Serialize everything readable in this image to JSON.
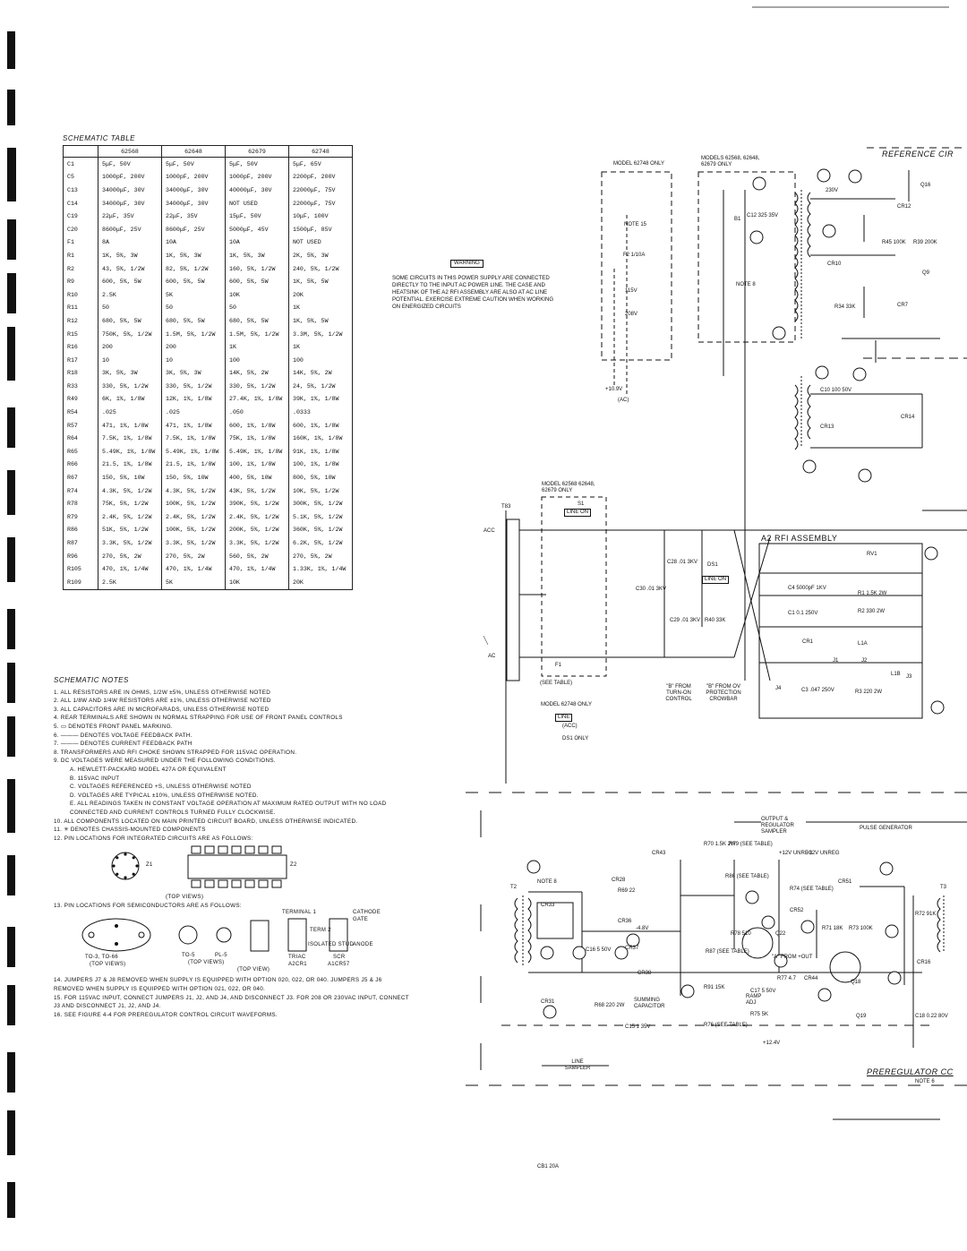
{
  "table": {
    "title": "SCHEMATIC TABLE",
    "columns": [
      "",
      "62568",
      "62648",
      "62679",
      "62748"
    ],
    "rows": [
      [
        "C1",
        "5μF, 50V",
        "5μF, 50V",
        "5μF, 50V",
        "5μF, 65V"
      ],
      [
        "C5",
        "1000pF, 200V",
        "1000pF, 200V",
        "1000pF, 200V",
        "2200pF, 200V"
      ],
      [
        "C13",
        "34000μF, 30V",
        "34000μF, 30V",
        "40000μF, 30V",
        "22000μF, 75V"
      ],
      [
        "C14",
        "34000μF, 30V",
        "34000μF, 30V",
        "NOT USED",
        "22000μF, 75V"
      ],
      [
        "C19",
        "22μF, 35V",
        "22μF, 35V",
        "15μF, 50V",
        "10μF, 100V"
      ],
      [
        "C20",
        "8600μF, 25V",
        "8600μF, 25V",
        "5000μF, 45V",
        "1500μF, 85V"
      ],
      [
        "F1",
        "8A",
        "10A",
        "10A",
        "NOT USED"
      ],
      [
        "R1",
        "1K, 5%, 3W",
        "1K, 5%, 3W",
        "1K, 5%, 3W",
        "2K, 5%, 3W"
      ],
      [
        "R2",
        "43, 5%, 1/2W",
        "82, 5%, 1/2W",
        "160, 5%, 1/2W",
        "240, 5%, 1/2W"
      ],
      [
        "R9",
        "600, 5%, 5W",
        "600, 5%, 5W",
        "600, 5%, 5W",
        "1K, 5%, 5W"
      ],
      [
        "R10",
        "2.5K",
        "5K",
        "10K",
        "20K"
      ],
      [
        "R11",
        "50",
        "50",
        "50",
        "1K"
      ],
      [
        "R12",
        "680, 5%, 5W",
        "680, 5%, 5W",
        "680, 5%, 5W",
        "1K, 5%, 5W"
      ],
      [
        "R15",
        "750K, 5%, 1/2W",
        "1.5M, 5%, 1/2W",
        "1.5M, 5%, 1/2W",
        "3.3M, 5%, 1/2W"
      ],
      [
        "R16",
        "200",
        "200",
        "1K",
        "1K"
      ],
      [
        "R17",
        "10",
        "10",
        "100",
        "100"
      ],
      [
        "R18",
        "3K, 5%, 3W",
        "3K, 5%, 3W",
        "14K, 5%, 2W",
        "14K, 5%, 2W"
      ],
      [
        "R33",
        "330, 5%, 1/2W",
        "330, 5%, 1/2W",
        "330, 5%, 1/2W",
        "24, 5%, 1/2W"
      ],
      [
        "R49",
        "6K, 1%, 1/8W",
        "12K, 1%, 1/8W",
        "27.4K, 1%, 1/8W",
        "39K, 1%, 1/8W"
      ],
      [
        "R54",
        ".025",
        ".025",
        ".050",
        ".0333"
      ],
      [
        "R57",
        "471, 1%, 1/8W",
        "471, 1%, 1/8W",
        "600, 1%, 1/8W",
        "600, 1%, 1/8W"
      ],
      [
        "R64",
        "7.5K, 1%, 1/8W",
        "7.5K, 1%, 1/8W",
        "75K, 1%, 1/8W",
        "160K, 1%, 1/8W"
      ],
      [
        "R65",
        "5.49K, 1%, 1/8W",
        "5.49K, 1%, 1/8W",
        "5.49K, 1%, 1/8W",
        "91K, 1%, 1/8W"
      ],
      [
        "R66",
        "21.5, 1%, 1/8W",
        "21.5, 1%, 1/8W",
        "100, 1%, 1/8W",
        "100, 1%, 1/8W"
      ],
      [
        "R67",
        "150, 5%, 10W",
        "150, 5%, 10W",
        "400, 5%, 10W",
        "800, 5%, 10W"
      ],
      [
        "R74",
        "4.3K, 5%, 1/2W",
        "4.3K, 5%, 1/2W",
        "43K, 5%, 1/2W",
        "10K, 5%, 1/2W"
      ],
      [
        "R78",
        "75K, 5%, 1/2W",
        "100K, 5%, 1/2W",
        "390K, 5%, 1/2W",
        "300K, 5%, 1/2W"
      ],
      [
        "R79",
        "2.4K, 5%, 1/2W",
        "2.4K, 5%, 1/2W",
        "2.4K, 5%, 1/2W",
        "5.1K, 5%, 1/2W"
      ],
      [
        "R86",
        "51K, 5%, 1/2W",
        "100K, 5%, 1/2W",
        "200K, 5%, 1/2W",
        "360K, 5%, 1/2W"
      ],
      [
        "R87",
        "3.3K, 5%, 1/2W",
        "3.3K, 5%, 1/2W",
        "3.3K, 5%, 1/2W",
        "6.2K, 5%, 1/2W"
      ],
      [
        "R96",
        "270, 5%, 2W",
        "270, 5%, 2W",
        "560, 5%, 2W",
        "270, 5%, 2W"
      ],
      [
        "R105",
        "470, 1%, 1/4W",
        "470, 1%, 1/4W",
        "470, 1%, 1/4W",
        "1.33K, 1%, 1/4W"
      ],
      [
        "R109",
        "2.5K",
        "5K",
        "10K",
        "20K"
      ]
    ]
  },
  "notes": {
    "title": "SCHEMATIC NOTES",
    "items": [
      "1.  ALL RESISTORS ARE IN OHMS, 1/2W ±5%, UNLESS OTHERWISE NOTED",
      "2.  ALL 1/8W AND 1/4W RESISTORS ARE ±1%, UNLESS OTHERWISE NOTED",
      "3.  ALL CAPACITORS ARE IN MICROFARADS, UNLESS OTHERWISE NOTED",
      "4.  REAR TERMINALS ARE SHOWN IN NORMAL STRAPPING FOR USE OF FRONT PANEL CONTROLS",
      "5.  ▭ DENOTES FRONT PANEL MARKING.",
      "6.  ——— DENOTES VOLTAGE FEEDBACK PATH.",
      "7.  ——— DENOTES CURRENT FEEDBACK PATH",
      "8.  TRANSFORMERS AND RFI CHOKE SHOWN STRAPPED FOR 115VAC OPERATION.",
      "9.  DC VOLTAGES WERE MEASURED UNDER THE FOLLOWING CONDITIONS."
    ],
    "sub9": [
      "A. HEWLETT-PACKARD MODEL 427A OR EQUIVALENT",
      "B. 115VAC INPUT",
      "C. VOLTAGES REFERENCED +S, UNLESS OTHERWISE NOTED",
      "D. VOLTAGES ARE TYPICAL ±10%, UNLESS OTHERWISE NOTED.",
      "E. ALL READINGS TAKEN IN CONSTANT VOLTAGE OPERATION AT MAXIMUM RATED OUTPUT WITH NO LOAD CONNECTED AND CURRENT CONTROLS TURNED FULLY CLOCKWISE."
    ],
    "items2": [
      "10. ALL COMPONENTS LOCATED ON MAIN PRINTED CIRCUIT BOARD, UNLESS OTHERWISE INDICATED.",
      "11. ✳ DENOTES CHASSIS-MOUNTED COMPONENTS",
      "12. PIN LOCATIONS FOR INTEGRATED CIRCUITS ARE AS FOLLOWS:"
    ],
    "top_views": "(TOP VIEWS)",
    "item13": "13. PIN LOCATIONS FOR SEMICONDUCTORS ARE AS FOLLOWS:",
    "items3": [
      "14. JUMPERS J7 & J8 REMOVED WHEN SUPPLY IS EQUIPPED WITH OPTION 020, 022, OR 040. JUMPERS J5 & J6 REMOVED WHEN SUPPLY IS EQUIPPED WITH OPTION 021, 022, OR 040.",
      "15. FOR 115VAC INPUT, CONNECT JUMPERS J1, J2, AND J4, AND DISCONNECT J3. FOR 208 OR 230VAC INPUT, CONNECT J3 AND DISCONNECT J1, J2, AND J4.",
      "16. SEE FIGURE 4-4 FOR PREREGULATOR CONTROL CIRCUIT WAVEFORMS."
    ],
    "pkg_labels": [
      "TO-3, TO-66",
      "(TOP VIEWS)",
      "TO-5",
      "PL-5",
      "(TOP VIEWS)",
      "(TOP VIEW)",
      "TRIAC",
      "A2CR1",
      "SCR",
      "A1CR57",
      "ANODE",
      "CATHODE",
      "GATE",
      "TERMINAL 1",
      "TERM 2",
      "ISOLATED STUD",
      "Z1",
      "Z2"
    ]
  },
  "schematic": {
    "warning_label": "WARNING",
    "warning_text": "SOME CIRCUITS IN THIS POWER SUPPLY ARE CONNECTED DIRECTLY TO THE INPUT AC POWER LINE. THE CASE AND HEATSINK OF THE A2 RFI ASSEMBLY ARE ALSO AT AC LINE POTENTIAL. EXERCISE EXTREME CAUTION WHEN WORKING ON ENERGIZED CIRCUITS",
    "model_6274": "MODEL 62748 ONLY",
    "models_top": "MODELS 62568, 62648, 62679 ONLY",
    "reference": "REFERENCE CIR",
    "rfi": "A2 RFI ASSEMBLY",
    "model_mid": "MODEL 62568 62648, 62679 ONLY",
    "model_6274b": "MODEL 62748 ONLY",
    "line_on": "LINE ON",
    "line": "LINE",
    "see_table": "(SEE TABLE)",
    "from_turnon": "\"B\" FROM TURN-ON CONTROL",
    "from_ov": "\"B\" FROM OV PROTECTION CROWBAR",
    "pulse_gen": "PULSE GENERATOR",
    "output_sampler": "OUTPUT & REGULATOR SAMPLER",
    "summing": "SUMMING CAPACITOR",
    "ramp": "RAMP ADJ",
    "line_sampler": "LINE SAMPLER",
    "prereg": "PREREGULATOR CC",
    "note6": "NOTE 6",
    "labels": [
      "T2",
      "T3",
      "T83",
      "ACC",
      "AC",
      "F1",
      "S1",
      "DS1",
      "C28 .01 3KV",
      "C30 .01 3KV",
      "C29 .01 3KV",
      "R40 33K",
      "C4 5000pF 1KV",
      "R1 1.5K 2W",
      "R2 330 2W",
      "C1 0.1 250V",
      "RV1",
      "CR1",
      "L1A",
      "L1B",
      "J1",
      "J2",
      "J3",
      "J4",
      "C3 .047 250V",
      "R3 220 2W",
      "NOTE 15",
      "B1",
      "F2 1/10A",
      "115V",
      "208V",
      "230V",
      "CR10",
      "CR12",
      "R45 100K",
      "R39 200K",
      "Q16",
      "Q9",
      "CR7",
      "R34 33K",
      "C10 100 50V",
      "CR13",
      "CR14",
      "C12 325 35V",
      "NOTE 8",
      "NOTE 8",
      "CR33",
      "CR31",
      "CR28",
      "CR36",
      "CR37",
      "CR38",
      "C15 1 35V",
      "C16 5 50V",
      "R68 220 2W",
      "R69 22",
      "R70 1.5K 2W",
      "R79 (SEE TABLE)",
      "R86 (SEE TABLE)",
      "R87 (SEE TABLE)",
      "R76 (SEE TABLE)",
      "R78 510",
      "Q22",
      "R91 15K",
      "C17 5 50V",
      "R75 5K",
      "R74 (SEE TABLE)",
      "CR52",
      "CR51",
      "R71 18K",
      "R73 100K",
      "R72 91K",
      "CR16",
      "Q18",
      "Q19",
      "C18 0.22 80V",
      "R77 4.7",
      "CR44",
      "CR43",
      "+12V UNREG",
      "+12V UNREG",
      "\"A\" FROM +OUT",
      "+12.4V",
      "-4.8V",
      "+10.9V",
      "(AC)",
      "(ACC)",
      "DS1 ONLY",
      "CB1 20A"
    ]
  }
}
